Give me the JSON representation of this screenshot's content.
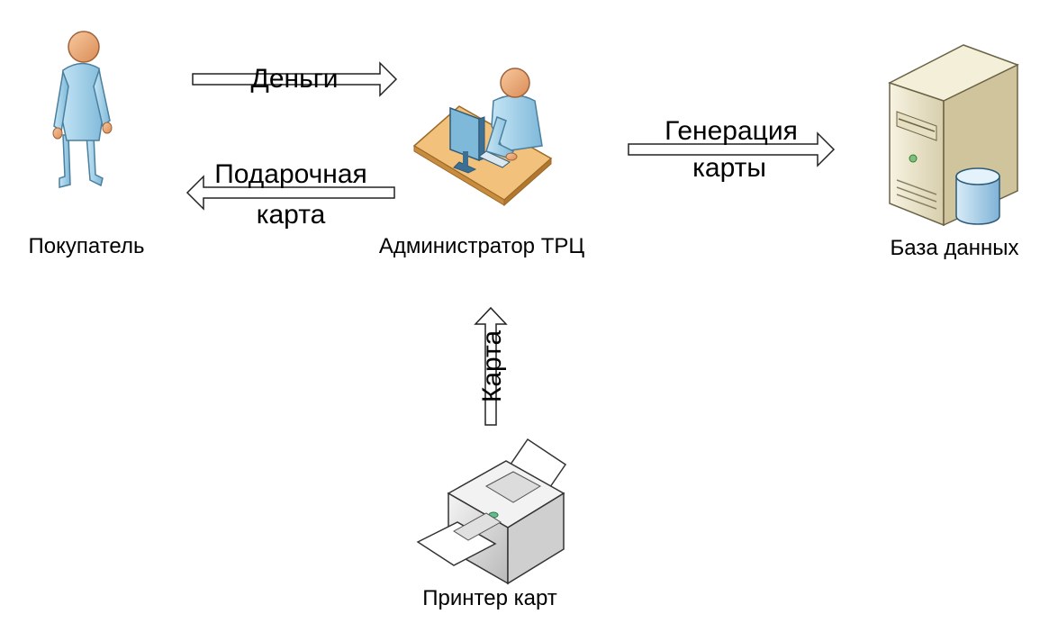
{
  "nodes": {
    "buyer": {
      "label": "Покупатель",
      "icon": "person-icon"
    },
    "admin": {
      "label": "Администратор ТРЦ",
      "icon": "person-at-desk-icon"
    },
    "database": {
      "label": "База данных",
      "icon": "database-server-icon"
    },
    "printer": {
      "label": "Принтер карт",
      "icon": "printer-icon"
    }
  },
  "arrows": {
    "money": {
      "label": "Деньги",
      "from": "buyer",
      "to": "admin"
    },
    "gift_card": {
      "label_line1": "Подарочная",
      "label_line2": "карта",
      "from": "admin",
      "to": "buyer"
    },
    "generation": {
      "label_line1": "Генерация",
      "label_line2": "карты",
      "from": "admin",
      "to": "database"
    },
    "card": {
      "label": "Карта",
      "from": "printer",
      "to": "admin"
    }
  },
  "colors": {
    "skin": "#f4b183",
    "clothing": "#a9d3ea",
    "desk": "#e8b36a",
    "server": "#efe9cf",
    "printer": "#e8e8e8",
    "arrow_stroke": "#222222"
  }
}
